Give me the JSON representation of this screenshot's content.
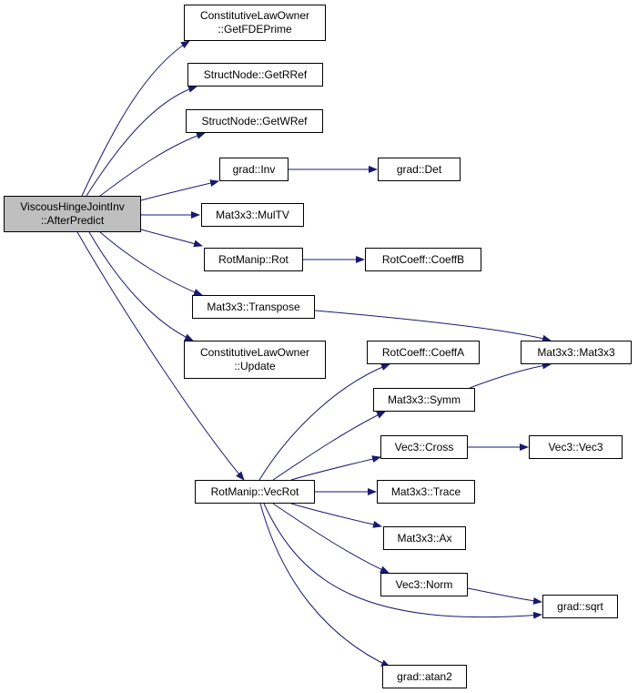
{
  "diagram": {
    "title": "",
    "edge_color": "#191970",
    "root_fill": "#bfbfbf",
    "nodes": [
      {
        "id": "root",
        "line1": "ViscousHingeJointInv",
        "line2": "::AfterPredict"
      },
      {
        "id": "getfdeprime",
        "line1": "ConstitutiveLawOwner",
        "line2": "::GetFDEPrime"
      },
      {
        "id": "getrref",
        "line1": "StructNode::GetRRef",
        "line2": ""
      },
      {
        "id": "getwref",
        "line1": "StructNode::GetWRef",
        "line2": ""
      },
      {
        "id": "grad-inv",
        "line1": "grad::Inv",
        "line2": ""
      },
      {
        "id": "grad-det",
        "line1": "grad::Det",
        "line2": ""
      },
      {
        "id": "multv",
        "line1": "Mat3x3::MulTV",
        "line2": ""
      },
      {
        "id": "rotmanip-rot",
        "line1": "RotManip::Rot",
        "line2": ""
      },
      {
        "id": "coeffb",
        "line1": "RotCoeff::CoeffB",
        "line2": ""
      },
      {
        "id": "transpose",
        "line1": "Mat3x3::Transpose",
        "line2": ""
      },
      {
        "id": "mat3x3",
        "line1": "Mat3x3::Mat3x3",
        "line2": ""
      },
      {
        "id": "update",
        "line1": "ConstitutiveLawOwner",
        "line2": "::Update"
      },
      {
        "id": "coeffa",
        "line1": "RotCoeff::CoeffA",
        "line2": ""
      },
      {
        "id": "symm",
        "line1": "Mat3x3::Symm",
        "line2": ""
      },
      {
        "id": "cross",
        "line1": "Vec3::Cross",
        "line2": ""
      },
      {
        "id": "vec3",
        "line1": "Vec3::Vec3",
        "line2": ""
      },
      {
        "id": "vecrot",
        "line1": "RotManip::VecRot",
        "line2": ""
      },
      {
        "id": "trace",
        "line1": "Mat3x3::Trace",
        "line2": ""
      },
      {
        "id": "ax",
        "line1": "Mat3x3::Ax",
        "line2": ""
      },
      {
        "id": "norm",
        "line1": "Vec3::Norm",
        "line2": ""
      },
      {
        "id": "sqrt",
        "line1": "grad::sqrt",
        "line2": ""
      },
      {
        "id": "atan2",
        "line1": "grad::atan2",
        "line2": ""
      }
    ],
    "edges": [
      {
        "from": "root",
        "to": "getfdeprime"
      },
      {
        "from": "root",
        "to": "getrref"
      },
      {
        "from": "root",
        "to": "getwref"
      },
      {
        "from": "root",
        "to": "grad-inv"
      },
      {
        "from": "root",
        "to": "multv"
      },
      {
        "from": "root",
        "to": "rotmanip-rot"
      },
      {
        "from": "root",
        "to": "transpose"
      },
      {
        "from": "root",
        "to": "update"
      },
      {
        "from": "root",
        "to": "vecrot"
      },
      {
        "from": "grad-inv",
        "to": "grad-det"
      },
      {
        "from": "rotmanip-rot",
        "to": "coeffb"
      },
      {
        "from": "transpose",
        "to": "mat3x3"
      },
      {
        "from": "symm",
        "to": "mat3x3"
      },
      {
        "from": "cross",
        "to": "vec3"
      },
      {
        "from": "vecrot",
        "to": "coeffa"
      },
      {
        "from": "vecrot",
        "to": "symm"
      },
      {
        "from": "vecrot",
        "to": "cross"
      },
      {
        "from": "vecrot",
        "to": "trace"
      },
      {
        "from": "vecrot",
        "to": "ax"
      },
      {
        "from": "vecrot",
        "to": "norm"
      },
      {
        "from": "vecrot",
        "to": "sqrt"
      },
      {
        "from": "vecrot",
        "to": "atan2"
      },
      {
        "from": "norm",
        "to": "sqrt"
      }
    ]
  }
}
